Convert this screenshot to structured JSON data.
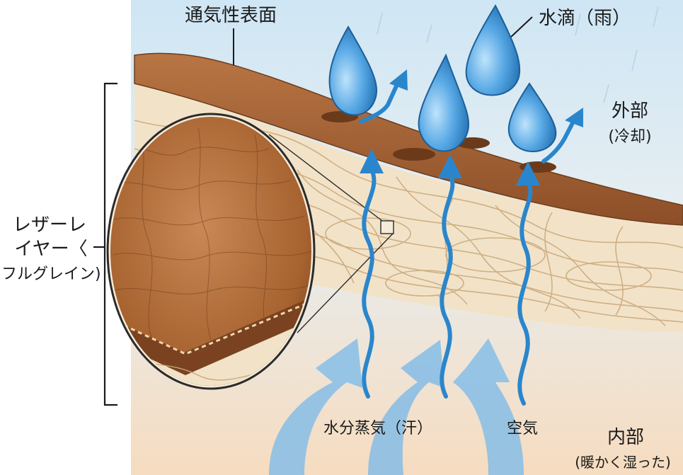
{
  "labels": {
    "breathable_surface": "通気性表面",
    "water_drops": "水滴（雨）",
    "outside": "外部",
    "outside_note": "(冷却)",
    "leather_layer_line1": "レザーレ",
    "leather_layer_line2": "イヤー〈",
    "leather_layer_line3": "(フルグレイン)",
    "vapor": "水分蒸気（汗）",
    "air": "空気",
    "inside": "内部",
    "inside_note": "(暖かく湿った)"
  },
  "colors": {
    "sky_top": "#cfe6f4",
    "warm_bottom": "#f6dcc0",
    "leather": "#a8683a",
    "leather_dark": "#7a4522",
    "fiber": "#c9a77a",
    "water": "#3f95d6",
    "arrow_light": "#6aaee2",
    "arrow_dark": "#2a86cc"
  }
}
